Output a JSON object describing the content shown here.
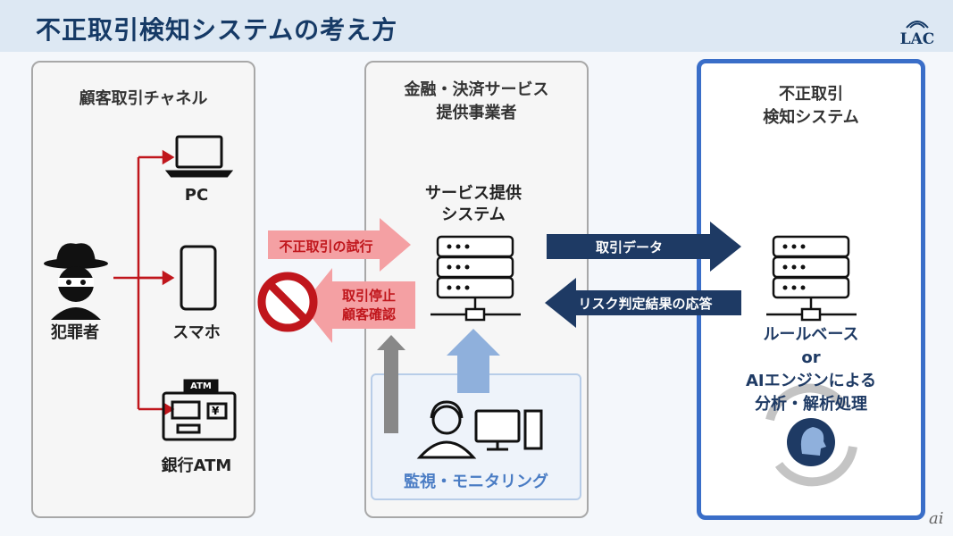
{
  "header": {
    "title": "不正取引検知システムの考え方",
    "logo": "LAC"
  },
  "panel_channels": {
    "title": "顧客取引チャネル",
    "criminal": "犯罪者",
    "channels": [
      "PC",
      "スマホ",
      "銀行ATM"
    ],
    "atm_sign": "ATM",
    "atm_yen": "¥"
  },
  "panel_provider": {
    "title_lines": [
      "金融・決済サービス",
      "提供事業者"
    ],
    "system_lines": [
      "サービス提供",
      "システム"
    ],
    "monitoring": "監視・モニタリング"
  },
  "panel_detection": {
    "title_lines": [
      "不正取引",
      "検知システム"
    ],
    "desc_lines": [
      "ルールベース",
      "or",
      "AIエンジンによる",
      "分析・解析処理"
    ]
  },
  "arrows": {
    "fraud_attempt": "不正取引の試行",
    "stop_lines": [
      "取引停止",
      "顧客確認"
    ],
    "transaction_data": "取引データ",
    "risk_response": "リスク判定結果の応答"
  },
  "colors": {
    "navy": "#1e3a64",
    "red": "#c0161c",
    "pink": "#f4a0a3",
    "blue_border": "#3a6ec8",
    "light_blue": "#8fb0dc"
  },
  "watermark": "ai"
}
